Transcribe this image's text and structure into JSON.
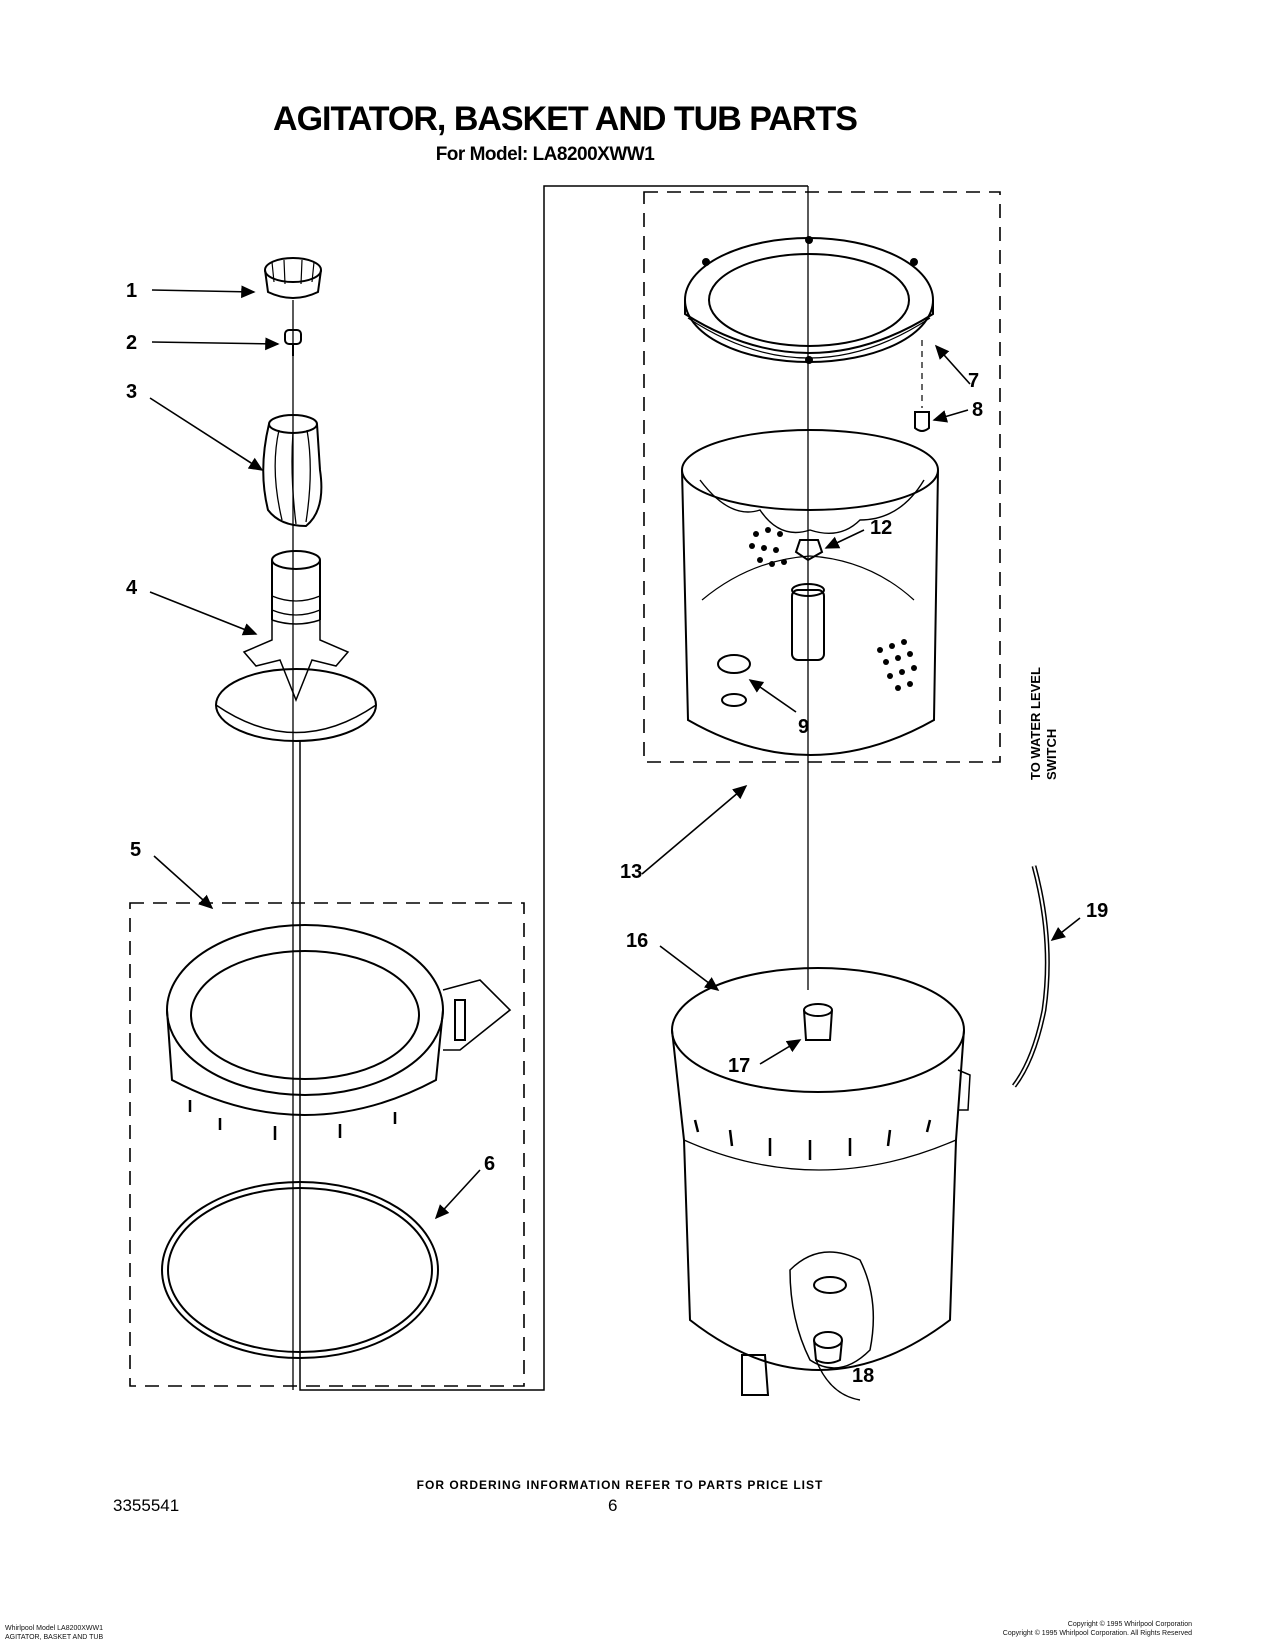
{
  "header": {
    "title": "AGITATOR, BASKET AND TUB PARTS",
    "subtitle": "For Model: LA8200XWW1"
  },
  "callouts": {
    "c1": "1",
    "c2": "2",
    "c3": "3",
    "c4": "4",
    "c5": "5",
    "c6": "6",
    "c7": "7",
    "c8": "8",
    "c9": "9",
    "c12": "12",
    "c13": "13",
    "c16": "16",
    "c17": "17",
    "c18": "18",
    "c19": "19"
  },
  "side_label": {
    "line1": "TO WATER LEVEL",
    "line2": "SWITCH"
  },
  "footer": {
    "ordering_note": "FOR ORDERING INFORMATION REFER TO PARTS PRICE LIST",
    "doc_number": "3355541",
    "page_number": "6",
    "fine_left_1": "Whirlpool Model LA8200XWW1",
    "fine_left_2": "AGITATOR, BASKET AND TUB",
    "fine_right_1": "Copyright © 1995 Whirlpool Corporation",
    "fine_right_2": "Copyright © 1995 Whirlpool Corporation. All Rights Reserved"
  }
}
